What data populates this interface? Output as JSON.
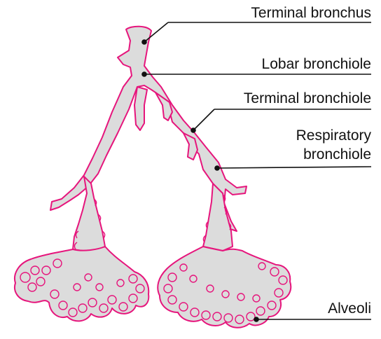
{
  "labels": {
    "terminal_bronchus": "Terminal bronchus",
    "lobar_bronchiole": "Lobar bronchiole",
    "terminal_bronchiole": "Terminal bronchiole",
    "respiratory_bronchiole_1": "Respiratory",
    "respiratory_bronchiole_2": "bronchiole",
    "alveoli": "Alveoli"
  },
  "colors": {
    "outline": "#e6157c",
    "fill": "#dcdcdc",
    "leader_line": "#111111",
    "text": "#111111"
  }
}
